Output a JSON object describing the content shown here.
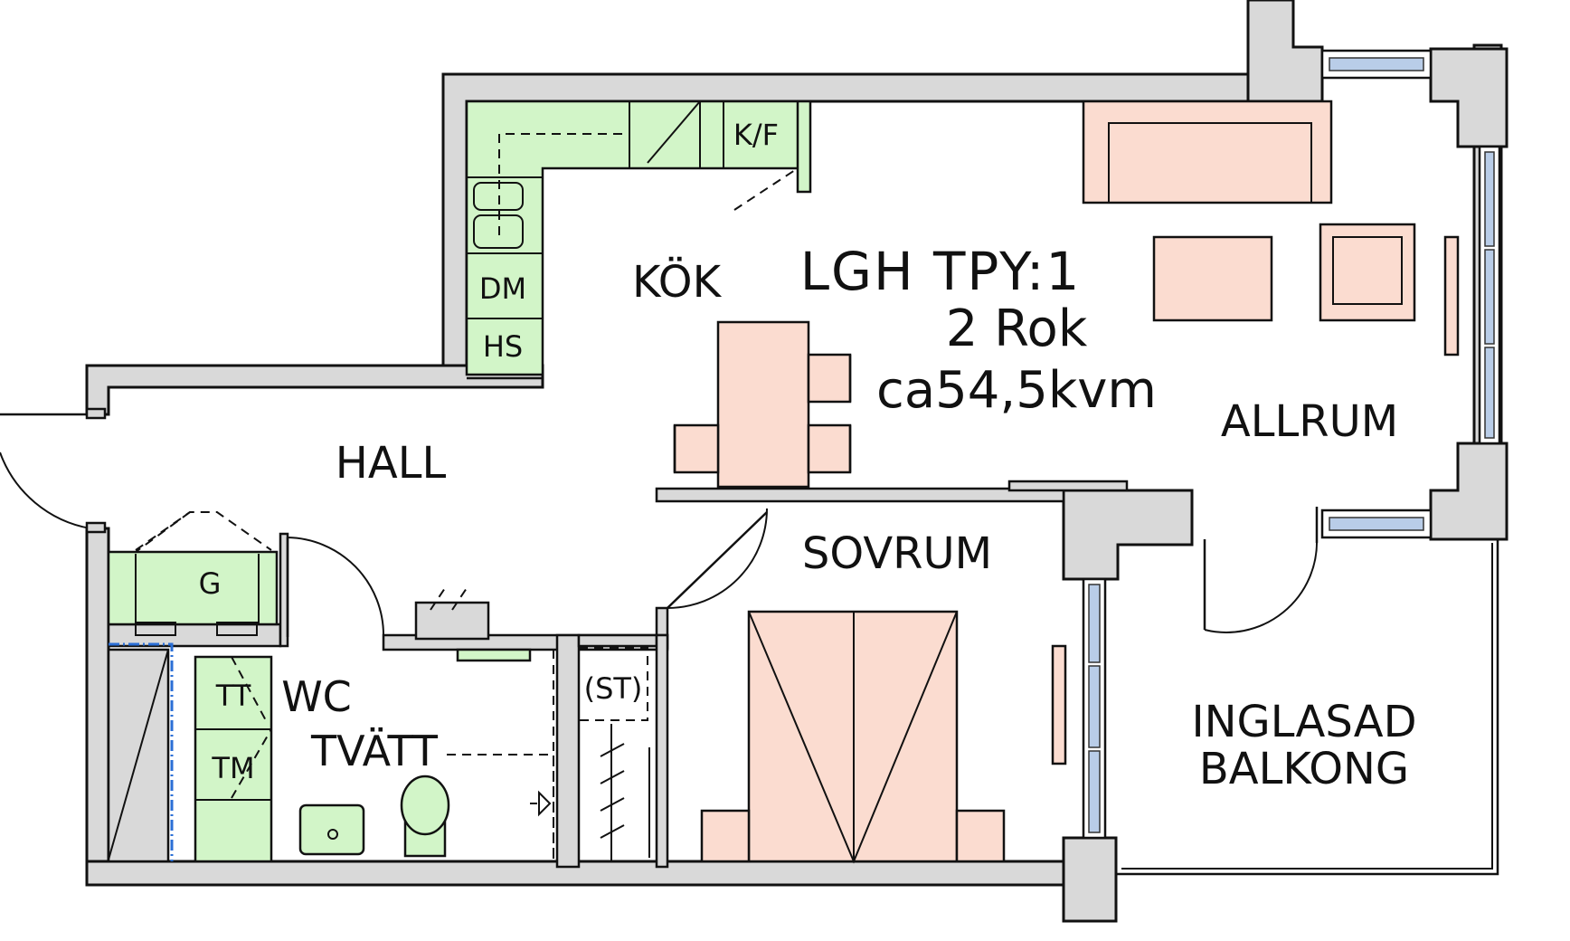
{
  "plan": {
    "title": "LGH TPY:1",
    "rooms_count": "2 Rok",
    "area": "ca54,5kvm"
  },
  "rooms": {
    "kitchen": "KÖK",
    "hall": "HALL",
    "living": "ALLRUM",
    "bedroom": "SOVRUM",
    "wc": "WC",
    "laundry": "TVÄTT",
    "balcony_line1": "INGLASAD",
    "balcony_line2": "BALKONG"
  },
  "fixtures": {
    "fridge_freezer": "K/F",
    "dishwasher": "DM",
    "hs": "HS",
    "wardrobe_g": "G",
    "tumble_dryer": "TT",
    "washing_machine": "TM",
    "storage": "(ST)"
  },
  "colors": {
    "wall": "#d9d9d9",
    "fixture_green": "#d2f5c8",
    "furniture_pink": "#fbdcd0",
    "window_blue": "#b9cde8",
    "utility_line_blue": "#2b6fd6"
  }
}
